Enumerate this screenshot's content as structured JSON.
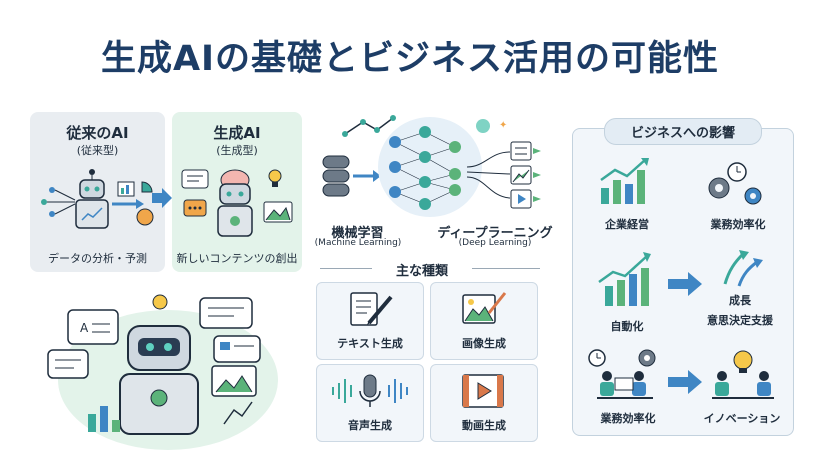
{
  "title": "生成AIの基礎とビジネス活用の可能性",
  "colors": {
    "navy": "#1d3d66",
    "teal": "#3aa89a",
    "green": "#5bb37a",
    "blue": "#3f86c4",
    "grey": "#e9edf1",
    "mint": "#e3f3ea",
    "panel": "#f2f6fa"
  },
  "traditional": {
    "title": "従来のAI",
    "subtitle": "(従来型)",
    "caption": "データの分析・予測"
  },
  "generative": {
    "title": "生成AI",
    "subtitle": "(生成型)",
    "caption": "新しいコンテンツの創出"
  },
  "ml": {
    "label": "機械学習",
    "sub": "(Machine Learning)"
  },
  "dl": {
    "label": "ディープラーニング",
    "sub": "(Deep Learning)"
  },
  "types": {
    "heading": "主な種類",
    "items": [
      {
        "label": "テキスト生成"
      },
      {
        "label": "画像生成"
      },
      {
        "label": "音声生成"
      },
      {
        "label": "動画生成"
      }
    ]
  },
  "impact": {
    "heading": "ビジネスへの影響",
    "items": {
      "management": "企業経営",
      "efficiency_top": "業務効率化",
      "automation": "自動化",
      "growth": "成長",
      "decision": "意思決定支援",
      "efficiency_bottom": "業務効率化",
      "innovation": "イノベーション"
    }
  }
}
